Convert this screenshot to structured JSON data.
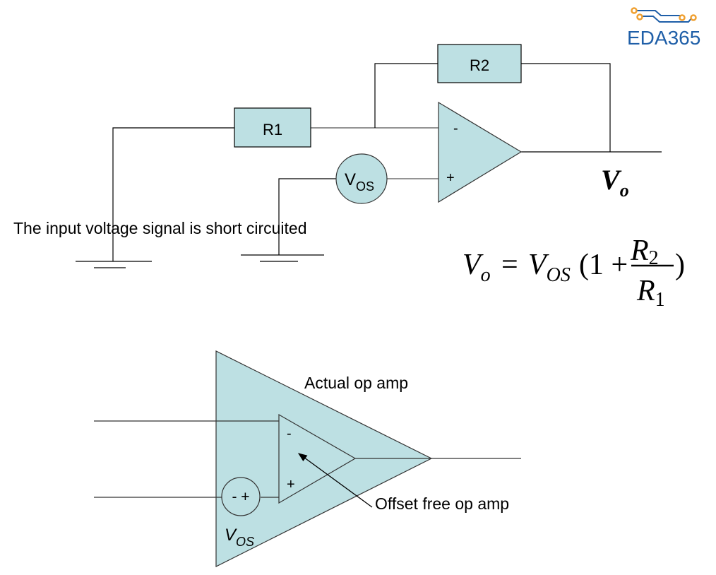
{
  "logo": {
    "text": "EDA365",
    "color": "#1f5fa8",
    "accent": "#f0a030"
  },
  "colors": {
    "component_fill": "#bde0e3",
    "wire": "#000000"
  },
  "top_circuit": {
    "resistor_1": "R1",
    "resistor_2": "R2",
    "opamp_minus": "-",
    "opamp_plus": "+",
    "vos_main": "V",
    "vos_sub": "OS",
    "output_label_main": "V",
    "output_label_sub": "o",
    "caption": "The input voltage signal is short circuited"
  },
  "equation": {
    "lhs_main": "V",
    "lhs_sub": "o",
    "equals": "=",
    "rhs_main": "V",
    "rhs_sub": "OS",
    "open_paren": "(1 +",
    "numerator_main": "R",
    "numerator_sub": "2",
    "denominator_main": "R",
    "denominator_sub": "1",
    "close_paren": ")"
  },
  "bottom_model": {
    "actual_label": "Actual op amp",
    "offset_free_label": "Offset free op amp",
    "inner_minus": "-",
    "inner_plus": "+",
    "source_polarity": "- +",
    "vos_main": "V",
    "vos_sub": "OS"
  }
}
